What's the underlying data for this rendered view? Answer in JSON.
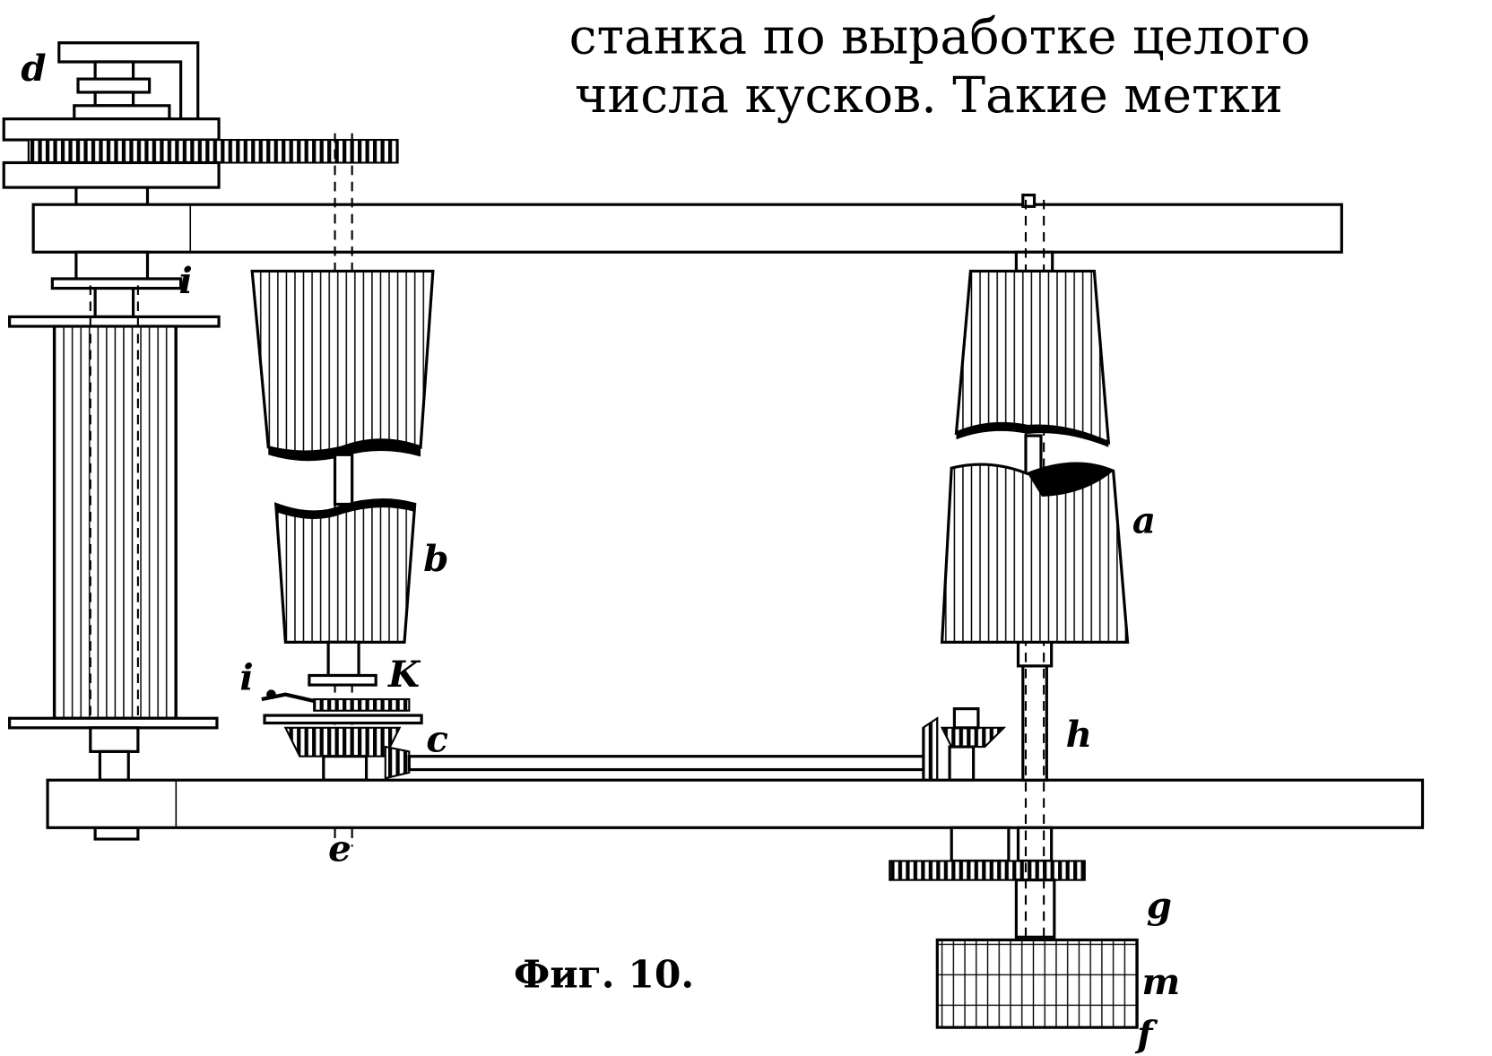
{
  "text": {
    "line1": "станка по выработке целого",
    "line2": "числа кусков. Такие метки"
  },
  "caption": "Фиг. 10.",
  "labels": {
    "d": "d",
    "i_top": "i",
    "b": "b",
    "a": "a",
    "i_low": "i",
    "k": "K",
    "c": "c",
    "h": "h",
    "e": "e",
    "g": "g",
    "m": "m",
    "f": "f"
  }
}
